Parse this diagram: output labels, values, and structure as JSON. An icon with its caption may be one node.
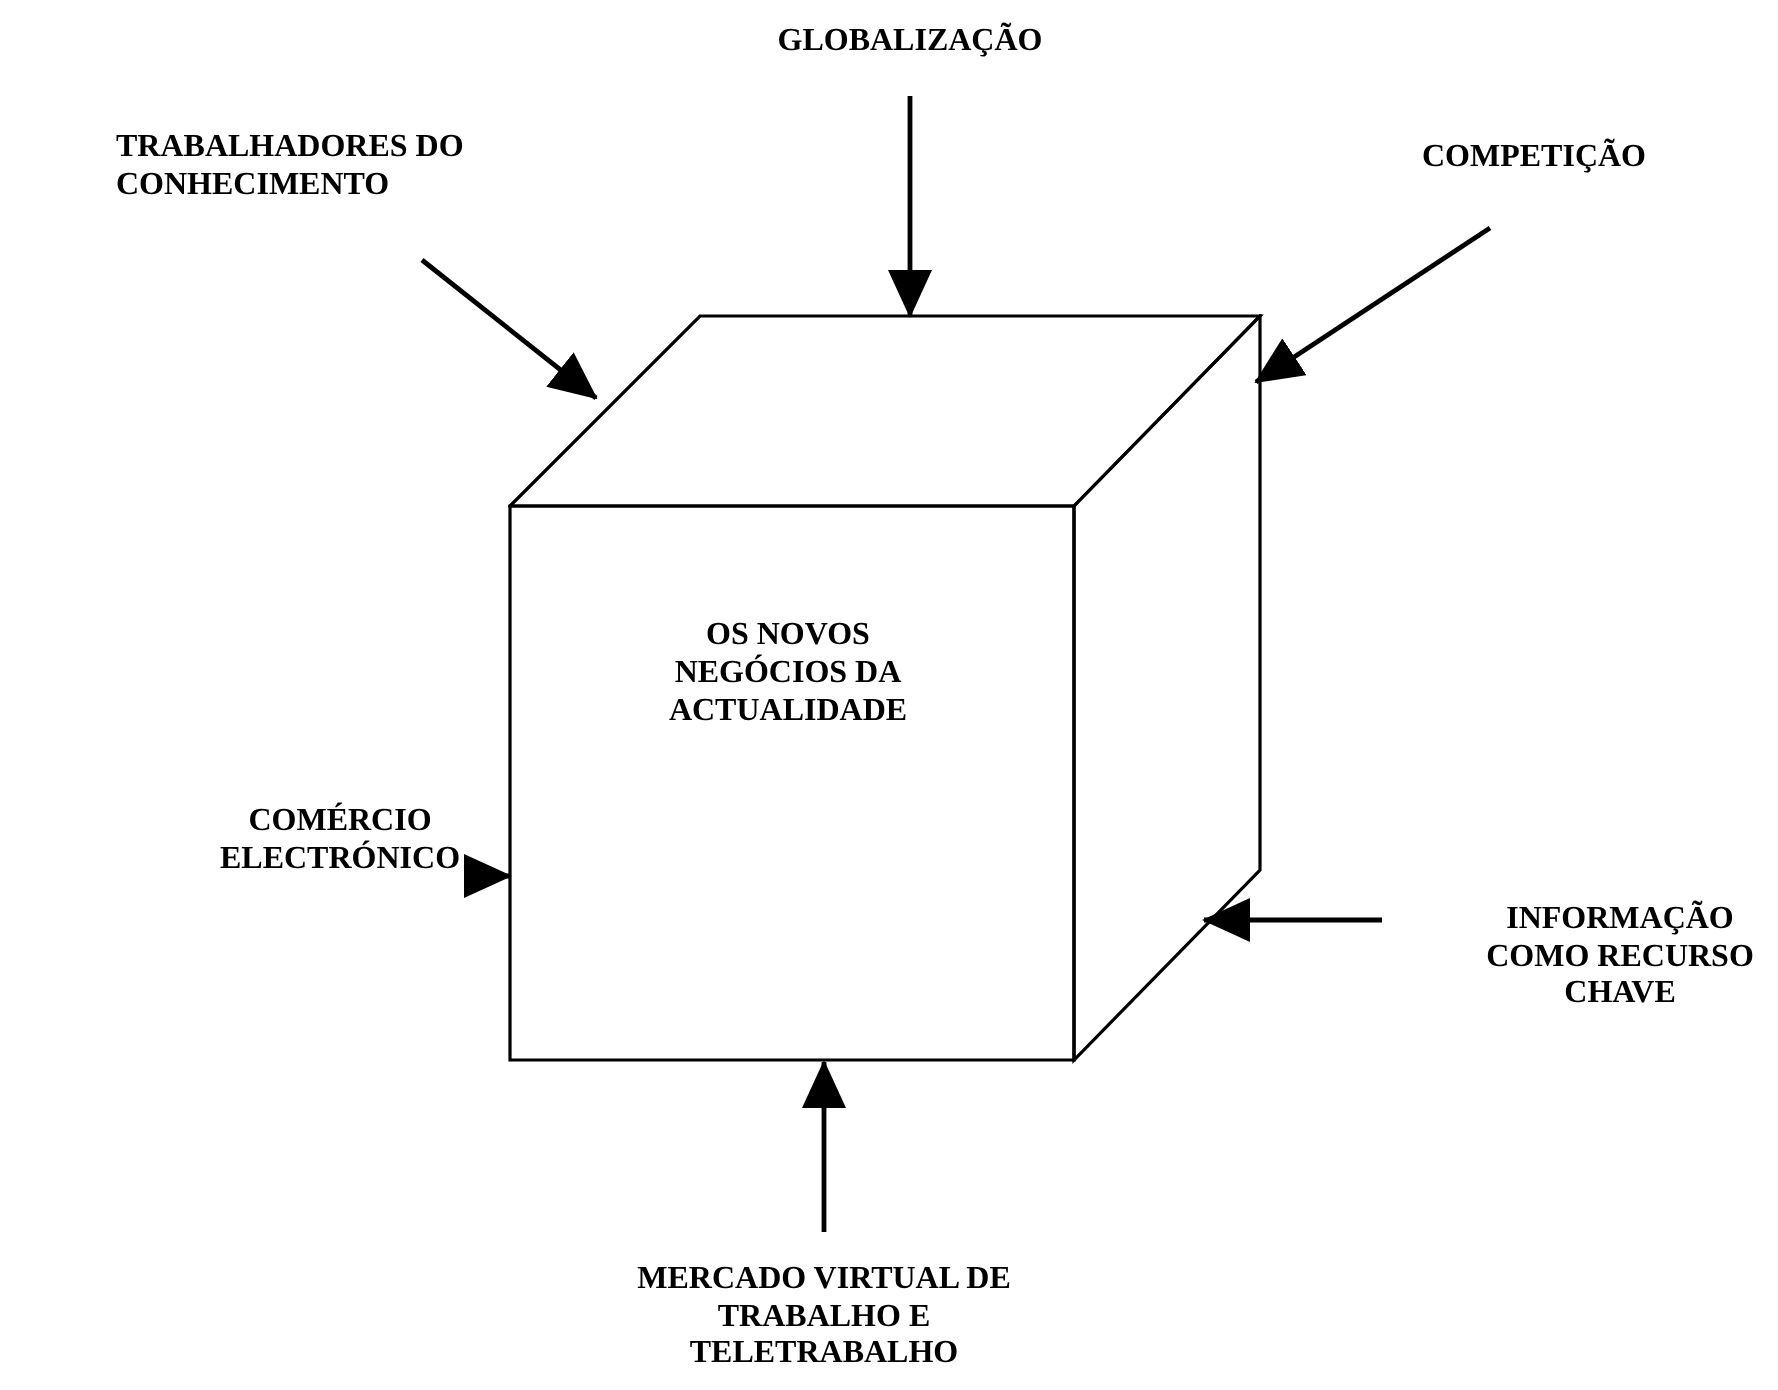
{
  "diagram": {
    "nodes": [
      {
        "text": [
          "OS NOVOS NEGÓCIOS DA ACTUALIDADE"
        ]
      },
      {
        "text": [
          "GLOBALIZAÇÃO"
        ]
      },
      {
        "text": [
          "TRABALHADORES DO CONHECIMENTO"
        ]
      },
      {
        "text": [
          "COMPETIÇÃO"
        ]
      },
      {
        "text": [
          "COMÉRCIO ELECTRÓNICO"
        ]
      },
      {
        "text": [
          "INFORMAÇÃO COMO RECURSO CHAVE"
        ]
      },
      {
        "text": [
          "MERCADO VIRTUAL DE TRABALHO E TELETRABALHO"
        ]
      }
    ],
    "edges": [
      {
        "from": 1,
        "to": 0,
        "arrow": "to"
      },
      {
        "from": 2,
        "to": 0,
        "arrow": "to"
      },
      {
        "from": 3,
        "to": 0,
        "arrow": "to"
      },
      {
        "from": 4,
        "to": 0,
        "arrow": "to"
      },
      {
        "from": 5,
        "to": 0,
        "arrow": "to"
      },
      {
        "from": 6,
        "to": 0,
        "arrow": "to"
      }
    ]
  }
}
